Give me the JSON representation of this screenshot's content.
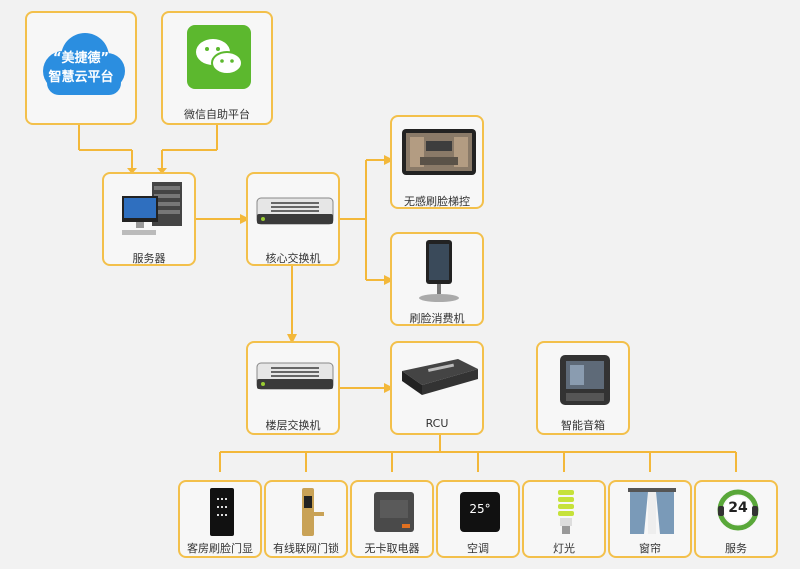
{
  "cloud_platform": {
    "line1": "“美捷德”",
    "line2": "智慧云平台"
  },
  "wechat_platform": {
    "label": "微信自助平台"
  },
  "server": {
    "label": "服务器"
  },
  "core_switch": {
    "label": "核心交换机"
  },
  "face_elevator": {
    "label": "无感刷脸梯控"
  },
  "face_payment": {
    "label": "刷脸消费机"
  },
  "floor_switch": {
    "label": "楼层交换机"
  },
  "rcu": {
    "label": "RCU"
  },
  "smart_speaker": {
    "label": "智能音箱"
  },
  "devices": [
    {
      "label": "客房刷脸门显"
    },
    {
      "label": "有线联网门锁"
    },
    {
      "label": "无卡取电器"
    },
    {
      "label": "空调",
      "display": "25°"
    },
    {
      "label": "灯光"
    },
    {
      "label": "窗帘"
    },
    {
      "label": "服务",
      "badge": "24"
    }
  ],
  "colors": {
    "connector": "#f3b83a",
    "node_border": "#f3c04b",
    "cloud": "#2b8ee0",
    "wechat": "#5cb82e"
  }
}
